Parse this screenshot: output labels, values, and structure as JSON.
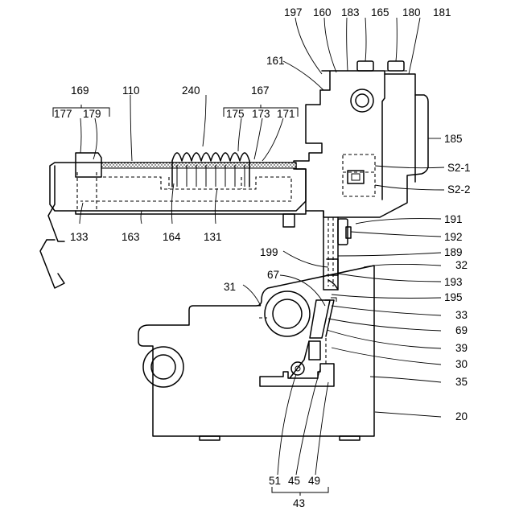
{
  "labels": {
    "n197": "197",
    "n160": "160",
    "n183": "183",
    "n165": "165",
    "n180": "180",
    "n181": "181",
    "n161": "161",
    "n169": "169",
    "n110": "110",
    "n240": "240",
    "n167": "167",
    "n177": "177",
    "n179": "179",
    "n175": "175",
    "n173": "173",
    "n171": "171",
    "n185": "185",
    "s21": "S2-1",
    "s22": "S2-2",
    "n133": "133",
    "n163": "163",
    "n164": "164",
    "n131": "131",
    "n191": "191",
    "n192": "192",
    "n199": "199",
    "n189": "189",
    "n32": "32",
    "n67": "67",
    "n193": "193",
    "n31": "31",
    "n195": "195",
    "n33": "33",
    "n69": "69",
    "n39": "39",
    "n30": "30",
    "n35": "35",
    "n20": "20",
    "n51": "51",
    "n45": "45",
    "n49": "49",
    "n43": "43"
  }
}
